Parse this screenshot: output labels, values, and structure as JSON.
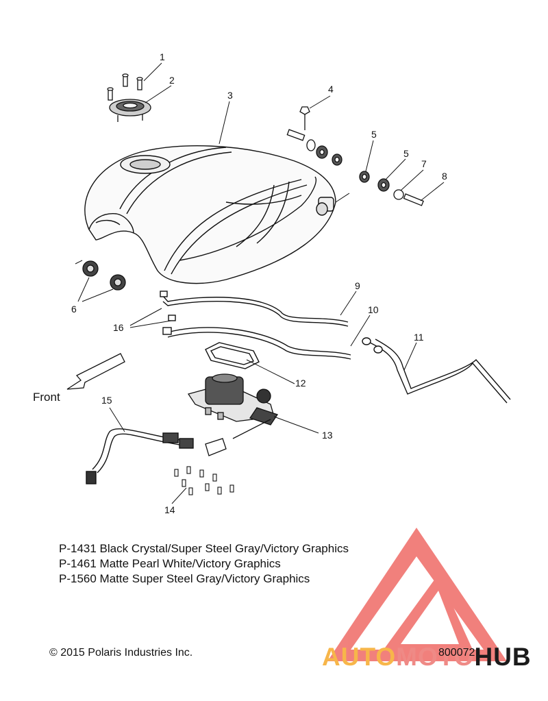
{
  "front_label": "Front",
  "callouts": [
    "1",
    "2",
    "3",
    "4",
    "5",
    "5",
    "6",
    "7",
    "8",
    "9",
    "10",
    "11",
    "12",
    "13",
    "14",
    "15",
    "16"
  ],
  "notes": [
    "P-1431 Black Crystal/Super Steel Gray/Victory Graphics",
    "P-1461 Matte Pearl White/Victory Graphics",
    "P-1560 Matte Super Steel Gray/Victory Graphics"
  ],
  "copyright": "© 2015 Polaris Industries Inc.",
  "part_number": "800072",
  "watermark": {
    "part1": "AUTO",
    "part2": "MOTO",
    "part3": "HUB",
    "logo_color": "#ef6b66"
  },
  "icons": [
    "front-arrow-icon",
    "automotohub-logo-icon"
  ]
}
